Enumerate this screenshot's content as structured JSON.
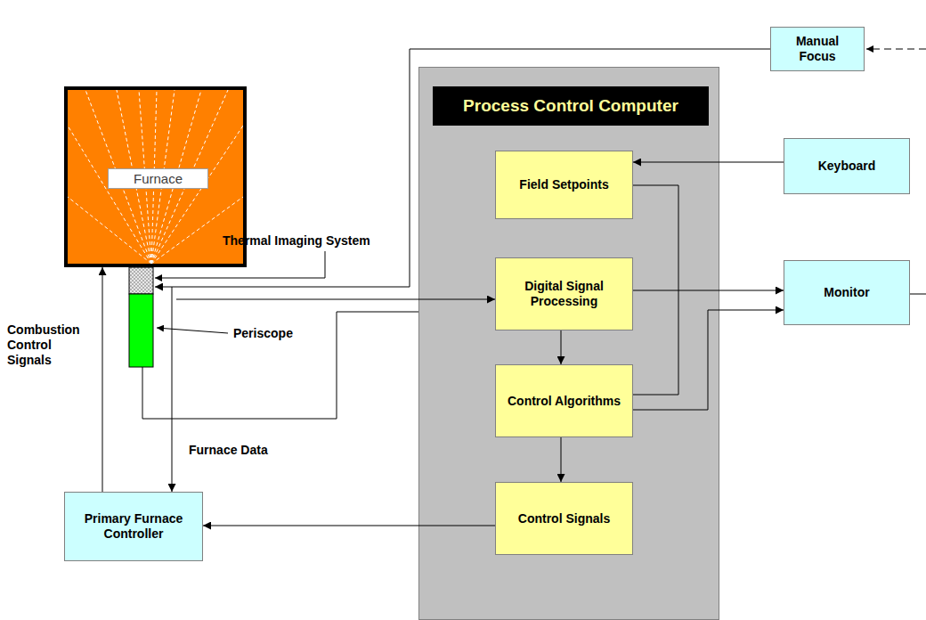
{
  "diagram": {
    "nodes": [
      {
        "text": [
          "Furnace"
        ]
      },
      {
        "text": [
          "Manual Focus"
        ]
      },
      {
        "text": [
          "Process Control Computer"
        ]
      },
      {
        "text": [
          "Field Setpoints"
        ],
        "in": 2
      },
      {
        "text": [
          "Keyboard"
        ]
      },
      {
        "text": [
          "Digital Signal Processing"
        ],
        "in": 2
      },
      {
        "text": [
          "Monitor"
        ]
      },
      {
        "text": [
          "Control Algorithms"
        ],
        "in": 2
      },
      {
        "text": [
          "Control Signals"
        ],
        "in": 2
      },
      {
        "text": [
          "Primary Furnace Controller"
        ]
      }
    ],
    "edges": [
      {
        "from": 4,
        "to": 3,
        "arrow": "to"
      },
      {
        "from": 3,
        "to": 7,
        "arrow": "none"
      },
      {
        "from": 5,
        "to": 6,
        "arrow": "to"
      },
      {
        "from": 5,
        "to": 7,
        "arrow": "to"
      },
      {
        "from": 7,
        "to": 6,
        "arrow": "to"
      },
      {
        "from": 7,
        "to": 8,
        "arrow": "to"
      },
      {
        "from": 8,
        "to": 9,
        "arrow": "to"
      },
      {
        "from": 9,
        "to": 0,
        "arrow": "to"
      },
      {
        "from": 0,
        "to": 9,
        "arrow": "to"
      },
      {
        "from": 1,
        "to": 0,
        "arrow": "to"
      },
      {
        "from": 0,
        "to": 5,
        "arrow": "to"
      }
    ],
    "labels": [
      "Thermal Imaging System",
      "Periscope",
      "Combustion Control Signals",
      "Furnace Data"
    ]
  }
}
